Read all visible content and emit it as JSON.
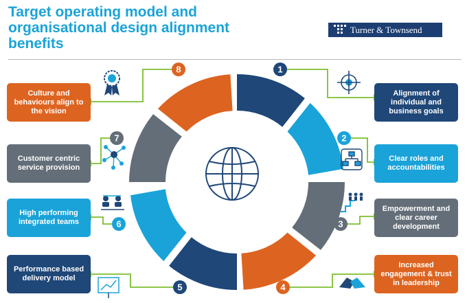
{
  "header": {
    "title_line1": "Target operating model and",
    "title_line2": "organisational design alignment",
    "title_line3": "benefits",
    "brand": "Turner & Townsend"
  },
  "colors": {
    "navy": "#1f4778",
    "blue": "#1aa3d9",
    "grey": "#646e78",
    "orange": "#dd6420",
    "connector": "#7cbf2e"
  },
  "center_icon": "globe-icon",
  "benefits": [
    {
      "number": "1",
      "text": "Alignment of individual and business goals",
      "icon": "target-icon"
    },
    {
      "number": "2",
      "text": "Clear roles and accountabilities",
      "icon": "org-chart-icon"
    },
    {
      "number": "3",
      "text": "Empowerment and clear career development",
      "icon": "career-steps-icon"
    },
    {
      "number": "4",
      "text": "Increased engagement & trust in leadership",
      "icon": "handshake-icon"
    },
    {
      "number": "5",
      "text": "Performance based delivery model",
      "icon": "presentation-chart-icon"
    },
    {
      "number": "6",
      "text": "High performing integrated teams",
      "icon": "team-icon"
    },
    {
      "number": "7",
      "text": "Customer centric service provision",
      "icon": "network-icon"
    },
    {
      "number": "8",
      "text": "Culture and behaviours align to the vision",
      "icon": "award-ribbon-icon"
    }
  ]
}
